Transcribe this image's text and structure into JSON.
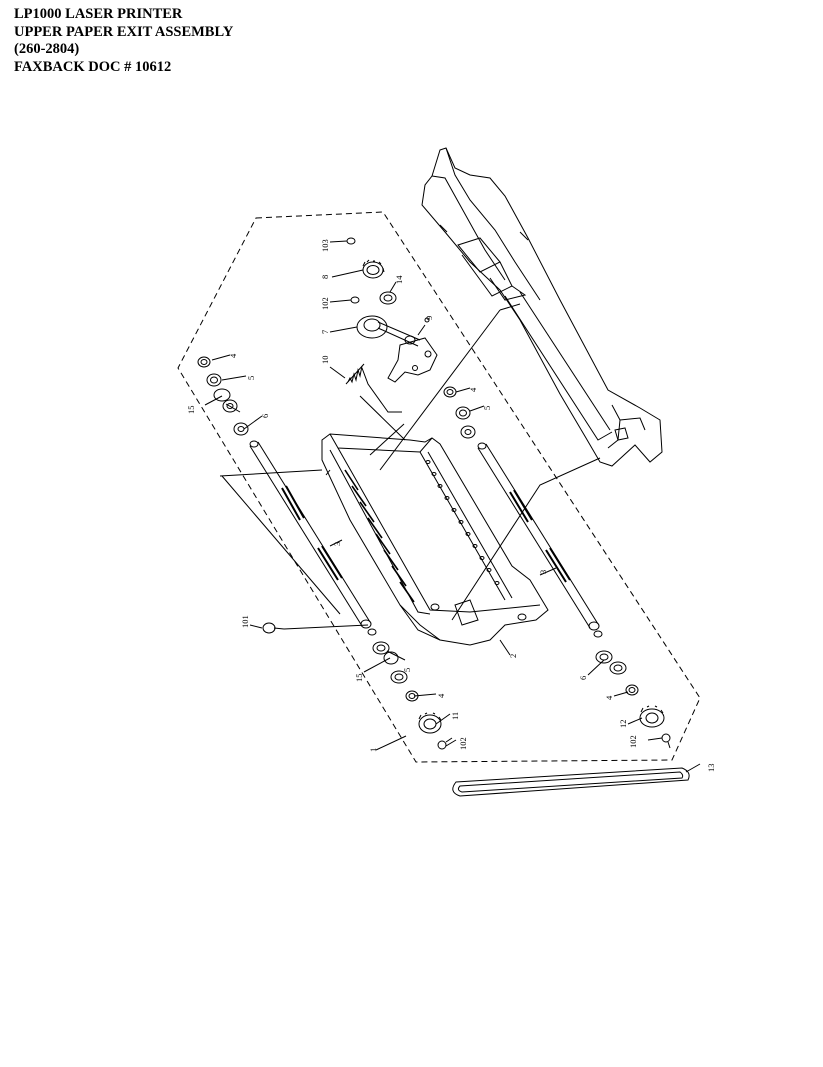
{
  "header": {
    "line1": "LP1000 LASER PRINTER",
    "line2": "UPPER PAPER EXIT ASSEMBLY",
    "line3": "(260-2804)",
    "line4": "FAXBACK DOC # 10612"
  },
  "callouts": {
    "c103": "103",
    "c8": "8",
    "c14": "14",
    "c102_top": "102",
    "c7": "7",
    "c9": "9",
    "c10": "10",
    "c4_left": "4",
    "c5_left": "5",
    "c15_left": "15",
    "c6_left": "6",
    "c4_mid": "4",
    "c5_mid": "5",
    "c3_left": "3",
    "c3_right": "3",
    "c2": "2",
    "c101": "101",
    "c5_bottom": "5",
    "c15_bottom": "15",
    "c4_bottom": "4",
    "c11": "11",
    "c102_bottom": "102",
    "c1": "1",
    "c6_right": "6",
    "c4_right": "4",
    "c12": "12",
    "c102_right": "102",
    "c13": "13"
  },
  "colors": {
    "ink": "#000000",
    "background": "#ffffff"
  }
}
